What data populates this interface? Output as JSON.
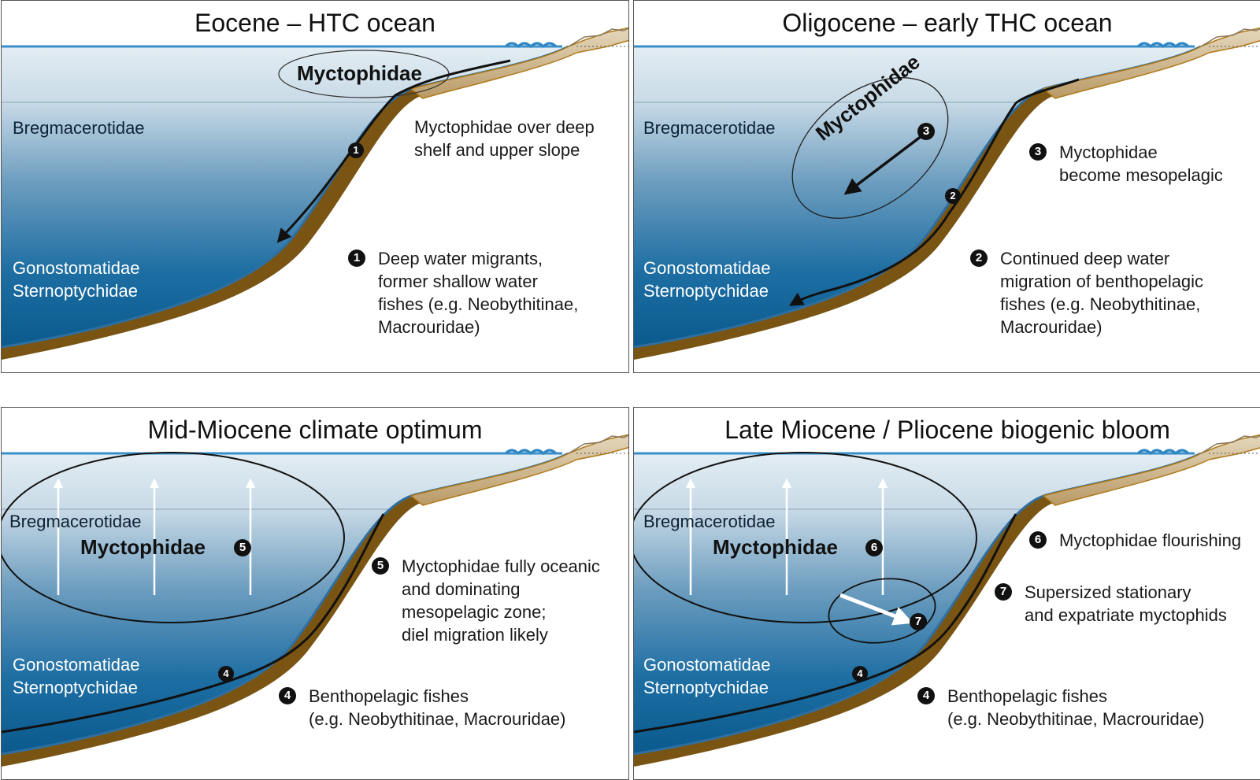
{
  "panels": [
    {
      "title": "Eocene – HTC ocean",
      "taxa": {
        "top": "Bregmacerotidae",
        "bottom1": "Gonostomatidae",
        "bottom2": "Sternoptychidae",
        "myctophidae": "Myctophidae"
      },
      "notes": [
        {
          "number": "",
          "lines": [
            "Myctophidae over deep",
            "shelf and upper slope"
          ]
        },
        {
          "number": "1",
          "lines": [
            "Deep water migrants,",
            "former shallow water",
            "fishes (e.g. Neobythitinae,",
            "Macrouridae)"
          ]
        }
      ],
      "markers": [
        "1"
      ]
    },
    {
      "title": "Oligocene – early THC ocean",
      "taxa": {
        "top": "Bregmacerotidae",
        "bottom1": "Gonostomatidae",
        "bottom2": "Sternoptychidae",
        "myctophidae": "Myctophidae"
      },
      "notes": [
        {
          "number": "3",
          "lines": [
            "Myctophidae",
            "become mesopelagic"
          ]
        },
        {
          "number": "2",
          "lines": [
            "Continued deep water",
            "migration of benthopelagic",
            "fishes (e.g. Neobythitinae,",
            "Macrouridae)"
          ]
        }
      ],
      "markers": [
        "3",
        "2"
      ]
    },
    {
      "title": "Mid-Miocene climate optimum",
      "taxa": {
        "top": "Bregmacerotidae",
        "bottom1": "Gonostomatidae",
        "bottom2": "Sternoptychidae",
        "myctophidae": "Myctophidae"
      },
      "notes": [
        {
          "number": "5",
          "lines": [
            "Myctophidae fully oceanic",
            "and dominating",
            "mesopelagic zone;",
            "diel migration likely"
          ]
        },
        {
          "number": "4",
          "lines": [
            "Benthopelagic fishes",
            "(e.g. Neobythitinae, Macrouridae)"
          ]
        }
      ],
      "markers": [
        "5",
        "4"
      ]
    },
    {
      "title": "Late Miocene / Pliocene biogenic bloom",
      "taxa": {
        "top": "Bregmacerotidae",
        "bottom1": "Gonostomatidae",
        "bottom2": "Sternoptychidae",
        "myctophidae": "Myctophidae"
      },
      "notes": [
        {
          "number": "6",
          "lines": [
            "Myctophidae flourishing"
          ]
        },
        {
          "number": "7",
          "lines": [
            "Supersized stationary",
            "and expatriate myctophids"
          ]
        },
        {
          "number": "4",
          "lines": [
            "Benthopelagic fishes",
            "(e.g. Neobythitinae, Macrouridae)"
          ]
        }
      ],
      "markers": [
        "6",
        "7",
        "4"
      ]
    }
  ],
  "colors": {
    "surface": "#dfeaf1",
    "deep": "#0a5a8e",
    "sediment": "#7a5412",
    "shelf": "#c9b28a",
    "surface_line": "#3a8fc8",
    "outline": "#111111"
  }
}
